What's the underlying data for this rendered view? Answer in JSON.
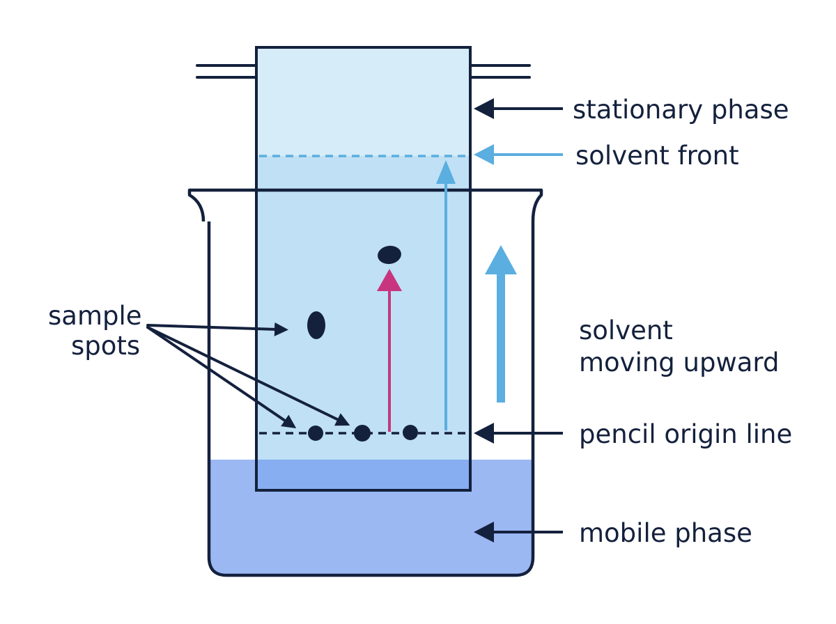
{
  "labels": {
    "stationary_phase": "stationary phase",
    "solvent_front": "solvent front",
    "sample_spots_line1": "sample",
    "sample_spots_line2": "spots",
    "solvent_moving_line1": "solvent",
    "solvent_moving_line2": "moving upward",
    "pencil_origin_line": "pencil origin line",
    "mobile_phase": "mobile phase"
  },
  "colors": {
    "outline": "#14213d",
    "paper_upper": "#d6ecf8",
    "paper_wet": "#bfe0f5",
    "mobile_phase": "#9bb8f3",
    "solvent_arrow": "#5aaee0",
    "component_arrow": "#c8357e"
  }
}
